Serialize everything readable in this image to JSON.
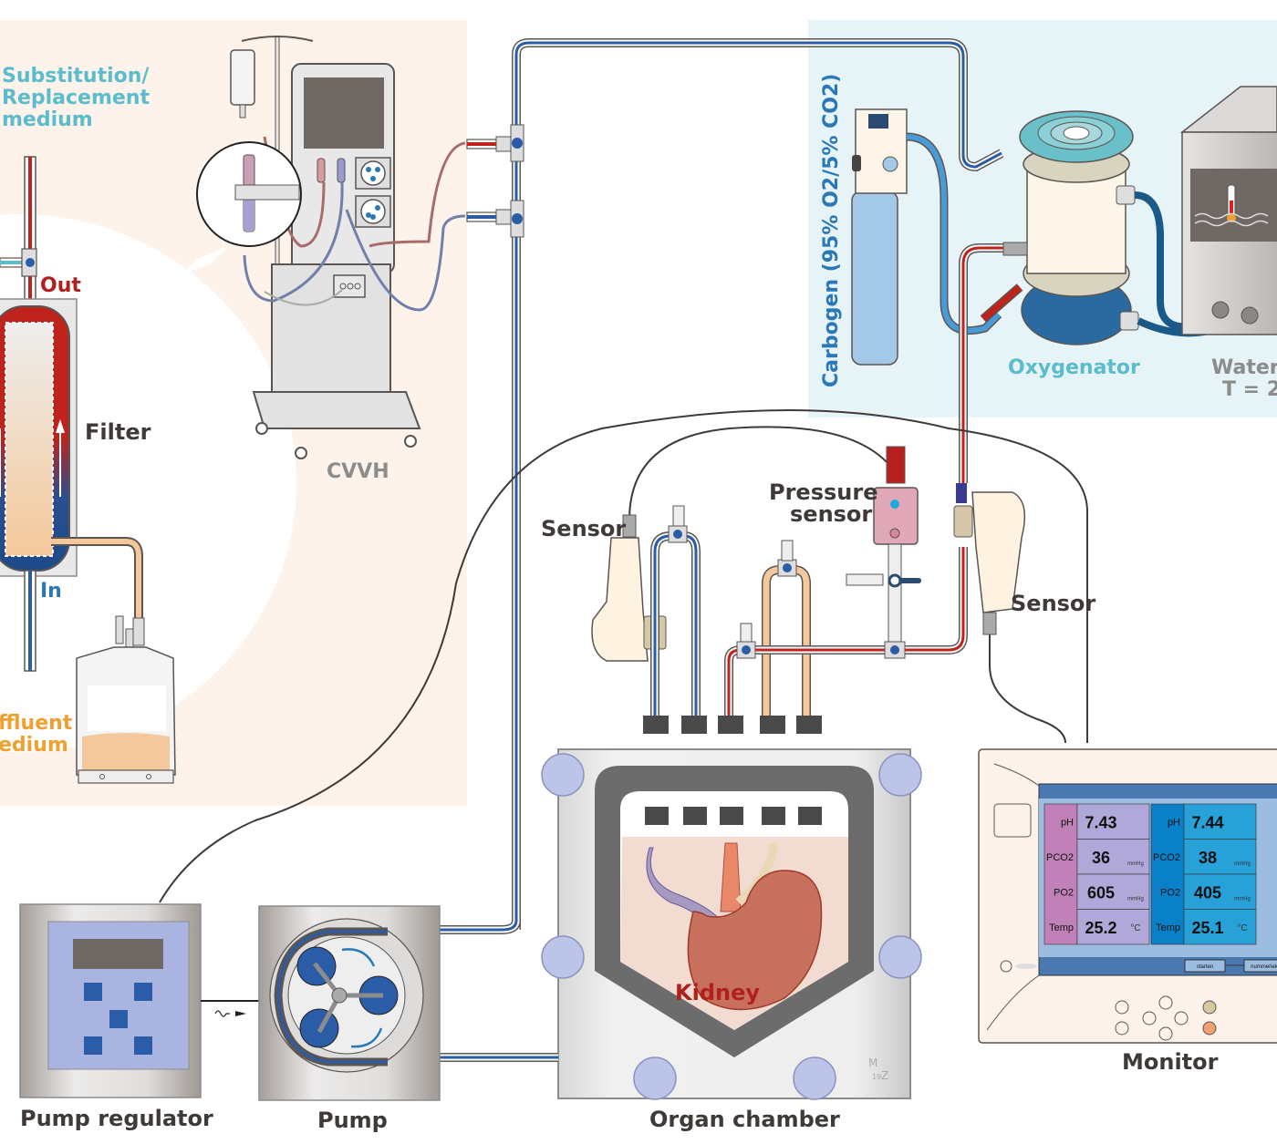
{
  "labels": {
    "substitution": [
      "Substitution/",
      "Replacement",
      "medium"
    ],
    "out": "Out",
    "in": "In",
    "filter": "Filter",
    "effluent": [
      "ffluent",
      "edium"
    ],
    "cvvh": "CVVH",
    "carbogen": "Carbogen (95% O2/5% CO2)",
    "oxygenator": "Oxygenator",
    "water": [
      "Water",
      "T = 2"
    ],
    "pressure_sensor": [
      "Pressure",
      "sensor"
    ],
    "sensor_left": "Sensor",
    "sensor_right": "Sensor",
    "kidney": "Kidney",
    "organ_chamber": "Organ chamber",
    "monitor": "Monitor",
    "pump": "Pump",
    "pump_regulator": "Pump regulator",
    "signature": [
      "M",
      "19",
      "Z"
    ]
  },
  "monitor": {
    "arterial": {
      "color": "#c080b8",
      "rows": [
        {
          "param": "pH",
          "value": "7.43",
          "unit": ""
        },
        {
          "param": "PCO2",
          "value": "36",
          "unit": "mmHg"
        },
        {
          "param": "PO2",
          "value": "605",
          "unit": "mmHg"
        },
        {
          "param": "Temp",
          "value": "25.2",
          "unit": "°C"
        }
      ]
    },
    "venous": {
      "color": "#0a80c8",
      "rows": [
        {
          "param": "pH",
          "value": "7.44",
          "unit": ""
        },
        {
          "param": "PCO2",
          "value": "38",
          "unit": "mmHg"
        },
        {
          "param": "PO2",
          "value": "405",
          "unit": "mmHg"
        },
        {
          "param": "Temp",
          "value": "25.1",
          "unit": "°C"
        }
      ]
    },
    "buttons": [
      "starten",
      "nummeriek"
    ]
  },
  "colors": {
    "artery_red": "#c0221c",
    "vein_blue": "#2a5ca8",
    "effluent_orange": "#f4c89a",
    "cvvh_bg": "#fdf3ea",
    "oxy_bg": "#e6f3f7",
    "kidney": "#c8705e",
    "tube_gray": "#5a5552"
  }
}
